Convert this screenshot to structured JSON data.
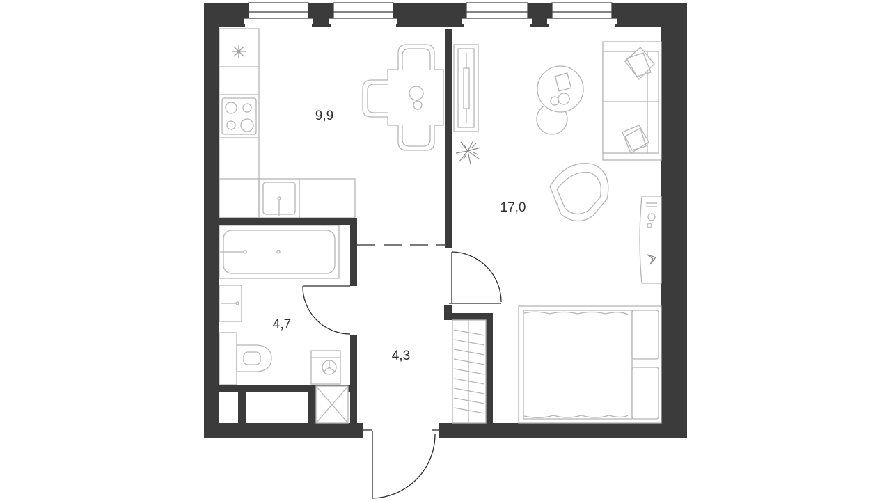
{
  "rooms": [
    {
      "id": "kitchen",
      "area": "9,9"
    },
    {
      "id": "living-bedroom",
      "area": "17,0"
    },
    {
      "id": "bathroom",
      "area": "4,7"
    },
    {
      "id": "hallway",
      "area": "4,3"
    }
  ],
  "colors": {
    "wall": "#3b3b3b",
    "furniture": "#b5b5b5",
    "door": "#2b2b2b",
    "text": "#2f2f2f"
  },
  "icons": [
    "window-icon",
    "stove-icon",
    "sink-icon",
    "bathtub-icon",
    "toilet-icon",
    "washing-machine-icon",
    "dining-table-icon",
    "chair-icon",
    "sofa-icon",
    "armchair-icon",
    "coffee-table-icon",
    "bed-icon",
    "wardrobe-icon",
    "plant-icon",
    "tv-unit-icon",
    "door-icon"
  ]
}
